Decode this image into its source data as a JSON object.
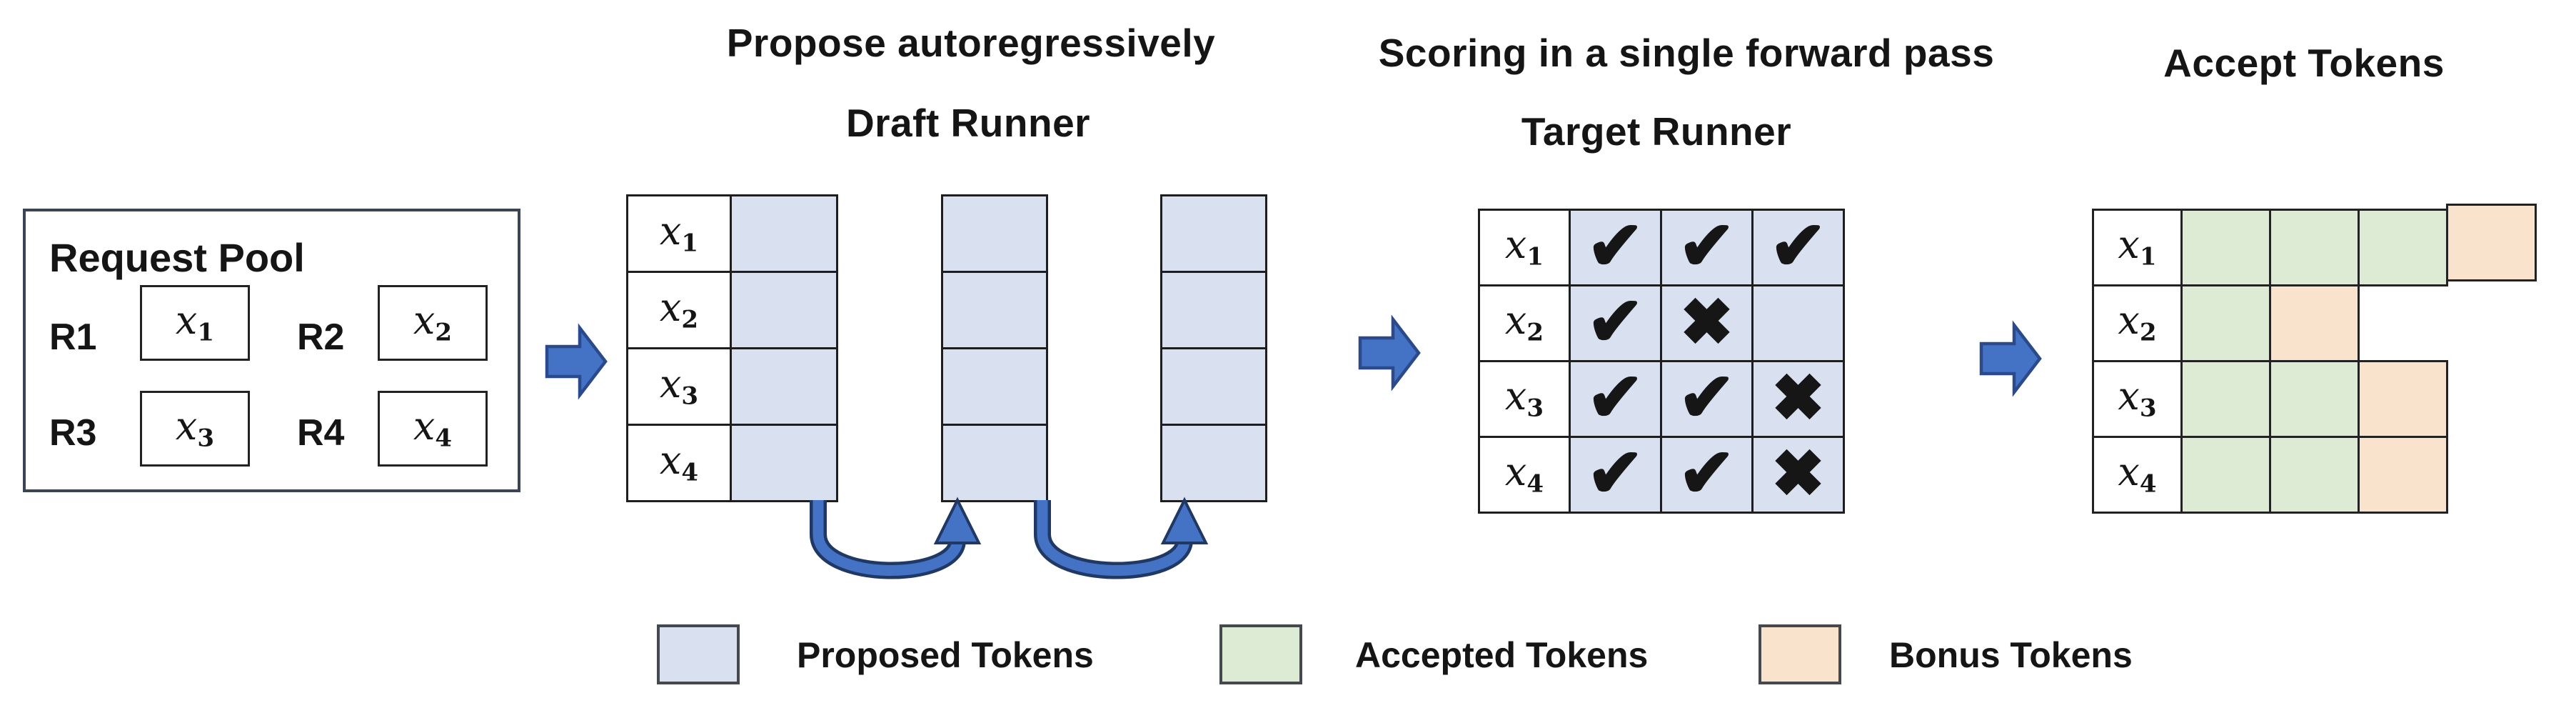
{
  "titles": {
    "propose": "Propose autoregressively",
    "draft_runner": "Draft Runner",
    "scoring": "Scoring in a single forward pass",
    "target_runner": "Target Runner",
    "accept": "Accept Tokens"
  },
  "request_pool": {
    "title": "Request Pool",
    "requests": [
      {
        "id": "R1",
        "token": {
          "base": "x",
          "sub": "1"
        }
      },
      {
        "id": "R2",
        "token": {
          "base": "x",
          "sub": "2"
        }
      },
      {
        "id": "R3",
        "token": {
          "base": "x",
          "sub": "3"
        }
      },
      {
        "id": "R4",
        "token": {
          "base": "x",
          "sub": "4"
        }
      }
    ]
  },
  "sequence_labels": [
    {
      "base": "x",
      "sub": "1"
    },
    {
      "base": "x",
      "sub": "2"
    },
    {
      "base": "x",
      "sub": "3"
    },
    {
      "base": "x",
      "sub": "4"
    }
  ],
  "draft": {
    "proposal_columns": 3,
    "rows": 4
  },
  "target": {
    "marks": [
      [
        "check",
        "check",
        "check"
      ],
      [
        "check",
        "cross",
        "none"
      ],
      [
        "check",
        "check",
        "cross"
      ],
      [
        "check",
        "check",
        "cross"
      ]
    ]
  },
  "accept": {
    "rows": [
      [
        "accepted",
        "accepted",
        "accepted",
        "bonus"
      ],
      [
        "accepted",
        "bonus"
      ],
      [
        "accepted",
        "accepted",
        "bonus"
      ],
      [
        "accepted",
        "accepted",
        "bonus"
      ]
    ]
  },
  "legend": [
    {
      "label": "Proposed Tokens",
      "type": "proposed"
    },
    {
      "label": "Accepted Tokens",
      "type": "accepted"
    },
    {
      "label": "Bonus Tokens",
      "type": "bonus"
    }
  ],
  "glyphs": {
    "check": "✔",
    "cross": "✖"
  },
  "colors": {
    "proposed": "#D9E1F1",
    "accepted": "#DEEBD4",
    "bonus": "#FAE3CC",
    "arrow_fill": "#4472C4",
    "arrow_outline": "#2A4A8C",
    "loop_outline": "#1F3864",
    "grid_line": "#1E1E1E",
    "text": "#151515"
  }
}
